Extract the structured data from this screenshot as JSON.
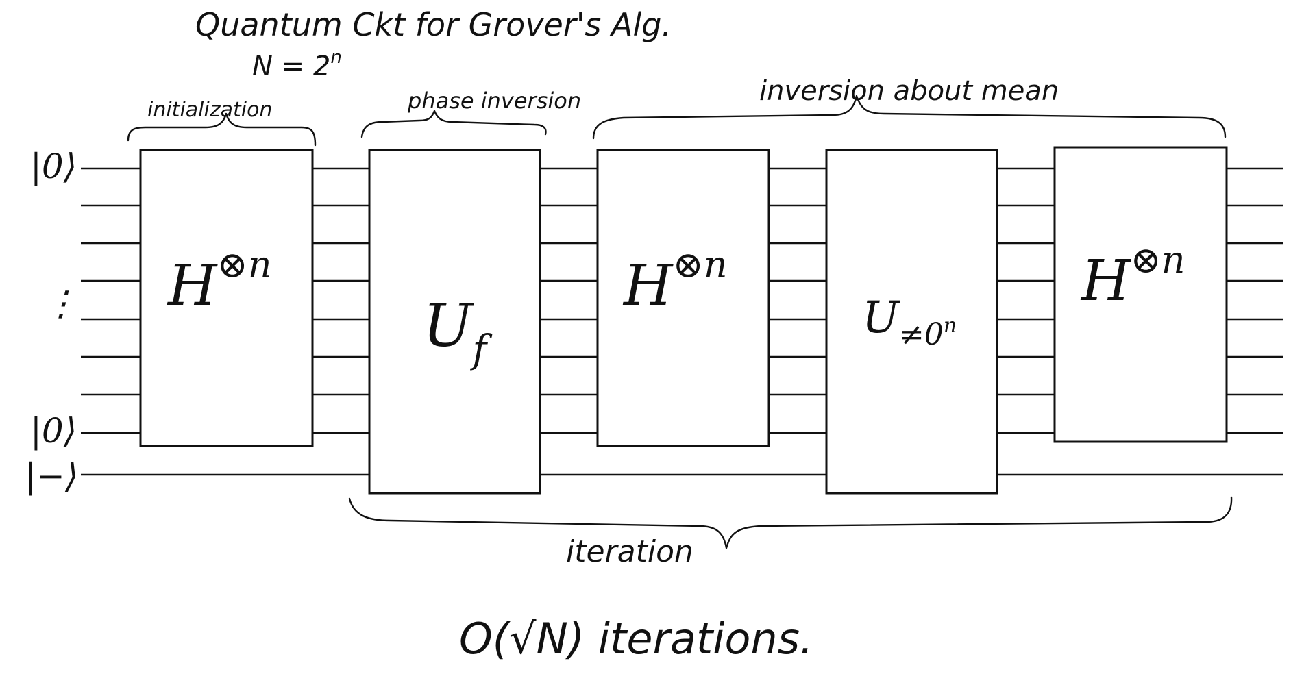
{
  "title": {
    "line1": "Quantum Ckt for Grover's Alg.",
    "line2_base": "N = 2",
    "line2_exp": "n"
  },
  "inputs": {
    "top": "|0⟩",
    "dots": "⋮",
    "bottom": "|0⟩",
    "ancilla": "|−⟩"
  },
  "gates": [
    {
      "id": "h1",
      "base": "H",
      "sup": "⊗n"
    },
    {
      "id": "uf",
      "base": "U",
      "sub": "f"
    },
    {
      "id": "h2",
      "base": "H",
      "sup": "⊗n"
    },
    {
      "id": "u0",
      "base": "U",
      "sub": "≠0",
      "subsup": "n"
    },
    {
      "id": "h3",
      "base": "H",
      "sup": "⊗n"
    }
  ],
  "braces": {
    "initialization": "initialization",
    "phase_inversion": "phase inversion",
    "inversion_about_mean": "inversion about mean",
    "iteration": "iteration"
  },
  "footer": {
    "prefix": "O(",
    "sqrt": "√N",
    "suffix": ") iterations."
  },
  "colors": {
    "ink": "#111111",
    "background": "#ffffff"
  }
}
